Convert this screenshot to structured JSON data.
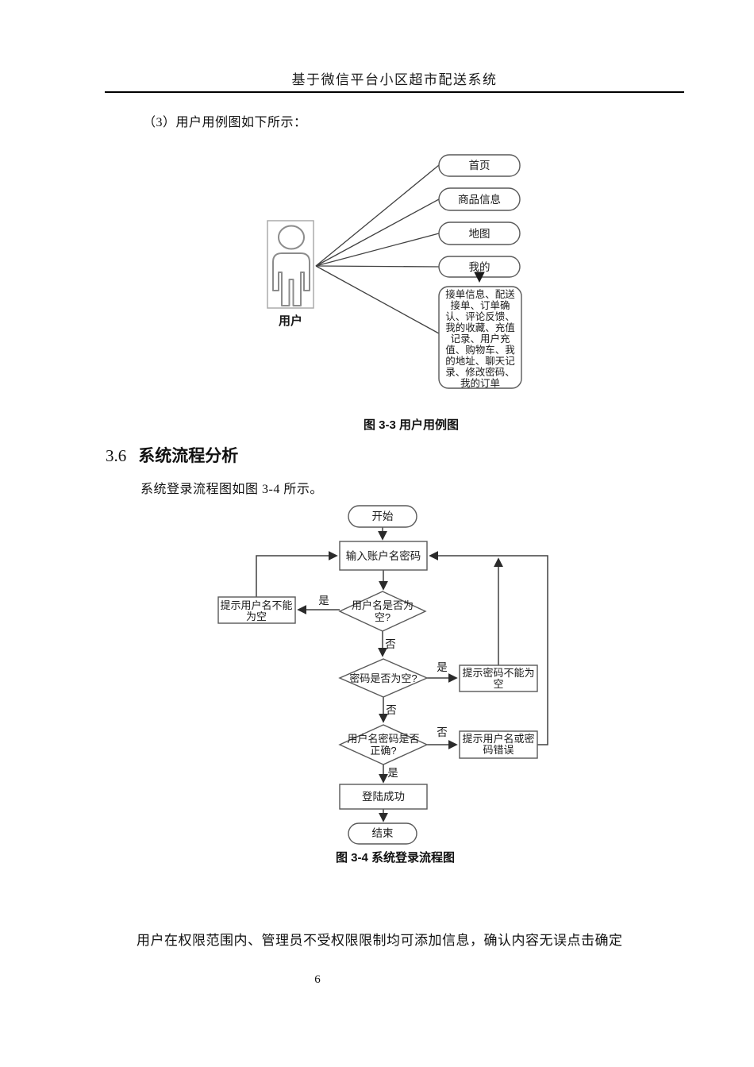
{
  "header": {
    "title": "基于微信平台小区超市配送系统"
  },
  "intro": {
    "text": "（3）用户用例图如下所示："
  },
  "usecase": {
    "actor": "用户",
    "bubbles": [
      "首页",
      "商品信息",
      "地图",
      "我的"
    ],
    "detail_lines": [
      "接单信息、配送",
      "接单、订单确",
      "认、评论反馈、",
      "我的收藏、充值",
      "记录、用户充",
      "值、购物车、我",
      "的地址、聊天记",
      "录、修改密码、",
      "我的订单"
    ],
    "caption": "图 3-3 用户用例图"
  },
  "section": {
    "number": "3.6",
    "title": "系统流程分析",
    "lead": "系统登录流程图如图 3-4 所示。"
  },
  "flowchart": {
    "start": "开始",
    "input": "输入账户名密码",
    "d1": [
      "用户名是否为",
      "空?"
    ],
    "prompt_user": [
      "提示用户名不能",
      "为空"
    ],
    "d2": "密码是否为空?",
    "prompt_pwd": [
      "提示密码不能为",
      "空"
    ],
    "d3": [
      "用户名密码是否",
      "正确?"
    ],
    "prompt_wrong": [
      "提示用户名或密",
      "码错误"
    ],
    "success": "登陆成功",
    "end": "结束",
    "labels": {
      "yes1": "是",
      "no1": "否",
      "yes2": "是",
      "no2": "否",
      "no3": "否",
      "yes3": "是"
    },
    "caption": "图 3-4 系统登录流程图"
  },
  "closing": {
    "text": "用户在权限范围内、管理员不受权限限制均可添加信息，确认内容无误点击确定"
  },
  "footer": {
    "page_number": "6"
  }
}
